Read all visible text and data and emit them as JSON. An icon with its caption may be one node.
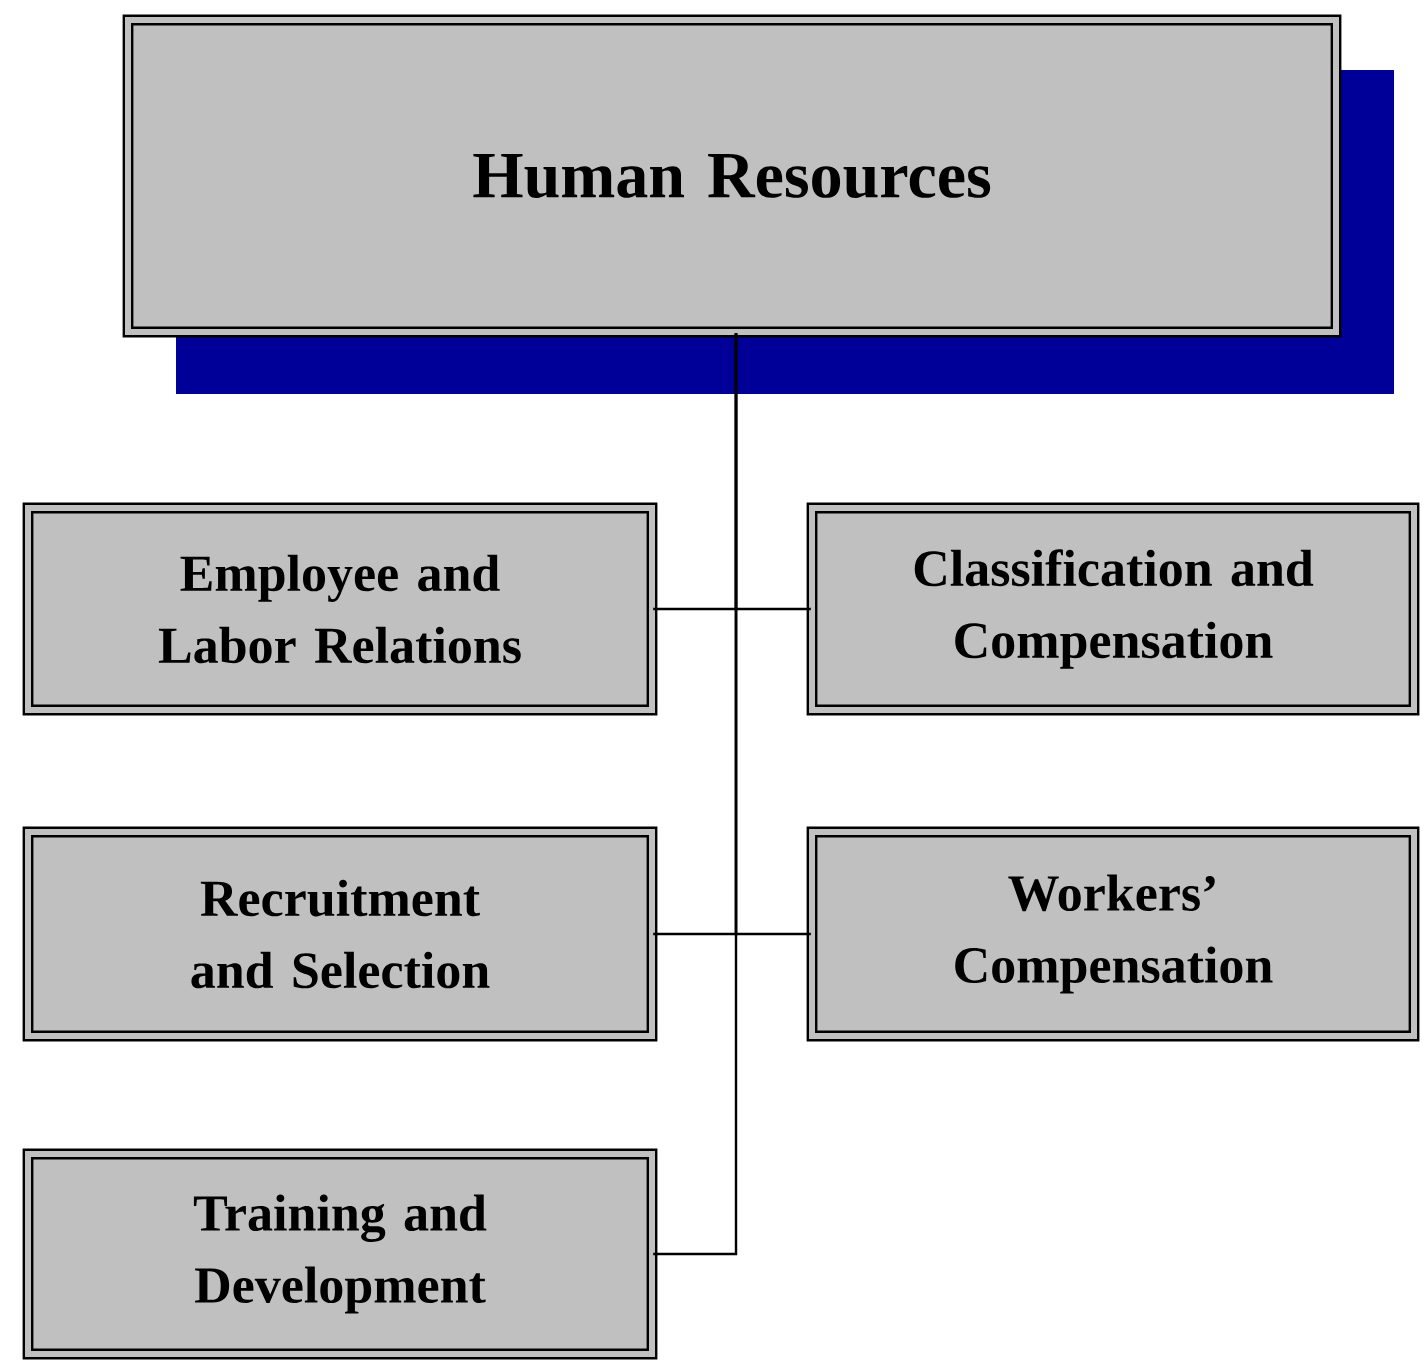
{
  "diagram": {
    "nodes": [
      {
        "text": [
          "Human Resources"
        ]
      },
      {
        "text": [
          "Employee and Labor Relations"
        ]
      },
      {
        "text": [
          "Classification and Compensation"
        ]
      },
      {
        "text": [
          "Recruitment and Selection"
        ]
      },
      {
        "text": [
          "Workers’ Compensation"
        ]
      },
      {
        "text": [
          "Training and Development"
        ]
      }
    ],
    "edges": [
      {
        "from": 0,
        "to": 1,
        "arrow": "none"
      },
      {
        "from": 0,
        "to": 2,
        "arrow": "none"
      },
      {
        "from": 0,
        "to": 3,
        "arrow": "none"
      },
      {
        "from": 0,
        "to": 4,
        "arrow": "none"
      },
      {
        "from": 0,
        "to": 5,
        "arrow": "none"
      }
    ]
  }
}
